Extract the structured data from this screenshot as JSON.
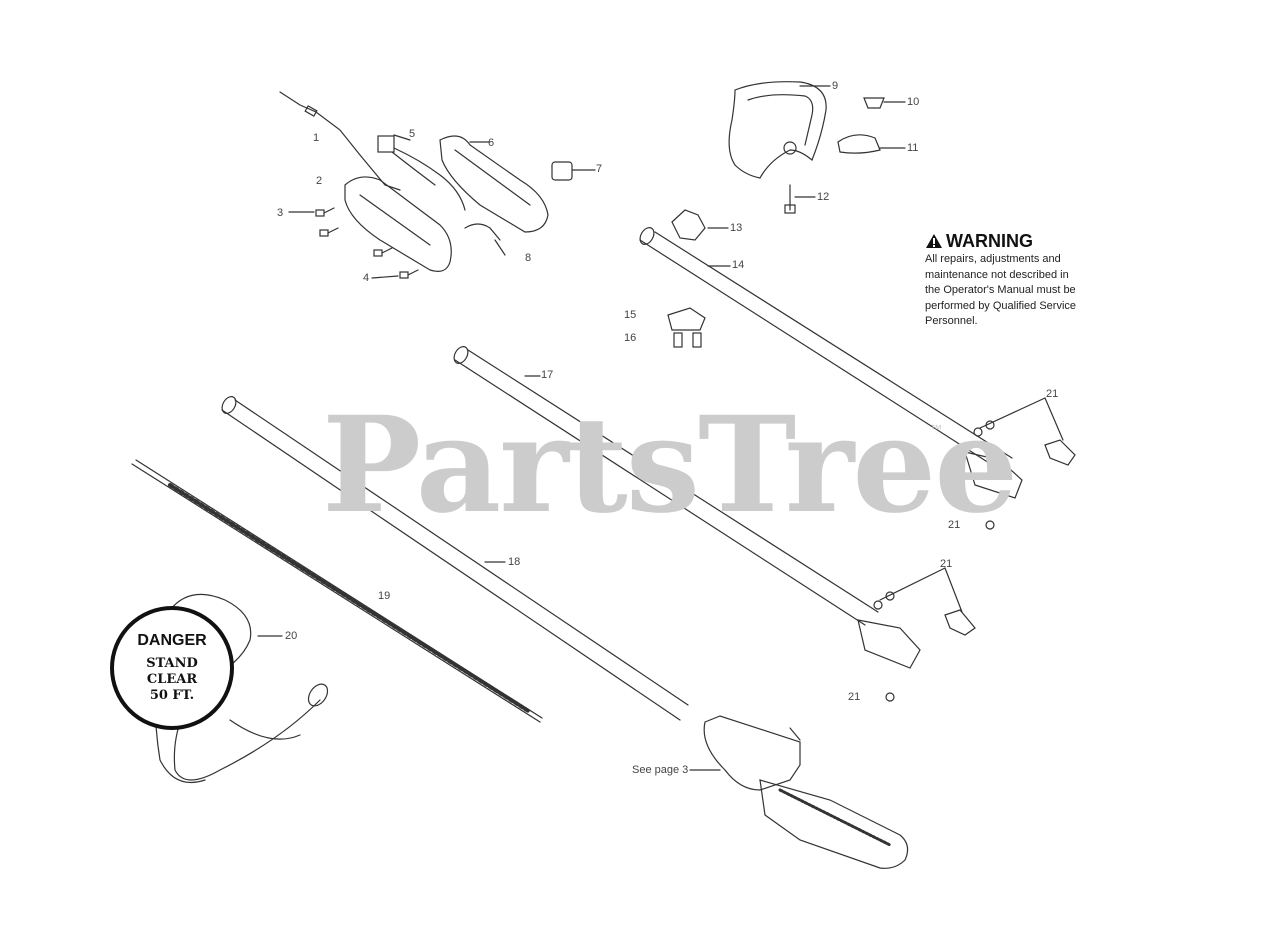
{
  "watermark": {
    "text": "PartsTree",
    "tm": "™"
  },
  "warning": {
    "title": "WARNING",
    "body": "All repairs, adjustments and\nmaintenance not described in\nthe Operator's Manual must be\nperformed by Qualified Service\nPersonnel."
  },
  "danger": {
    "title": "DANGER",
    "body": "STAND\nCLEAR\n50 FT."
  },
  "callouts": {
    "c1": "1",
    "c2": "2",
    "c3": "3",
    "c4": "4",
    "c5": "5",
    "c6": "6",
    "c7": "7",
    "c8": "8",
    "c9": "9",
    "c10": "10",
    "c11": "11",
    "c12": "12",
    "c13": "13",
    "c14": "14",
    "c15": "15",
    "c16": "16",
    "c17": "17",
    "c18": "18",
    "c19": "19",
    "c20": "20",
    "c21a": "21",
    "c21b": "21",
    "c21c": "21",
    "c21d": "21"
  },
  "see_page": "See page 3",
  "colors": {
    "line": "#333333",
    "watermark": "#cccccc",
    "text": "#222222"
  }
}
